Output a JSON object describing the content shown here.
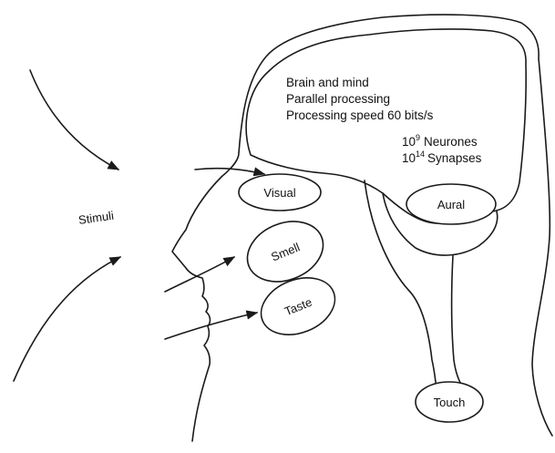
{
  "brain": {
    "line1": "Brain and mind",
    "line2": "Parallel processing",
    "line3": "Processing speed 60 bits/s",
    "neurones": {
      "base": "10",
      "exp": "9",
      "label": "Neurones"
    },
    "synapses": {
      "base": "10",
      "exp": "14",
      "label": "Synapses"
    }
  },
  "stimuli_label": "Stimuli",
  "senses": {
    "visual": "Visual",
    "aural": "Aural",
    "smell": "Smell",
    "taste": "Taste",
    "touch": "Touch"
  }
}
